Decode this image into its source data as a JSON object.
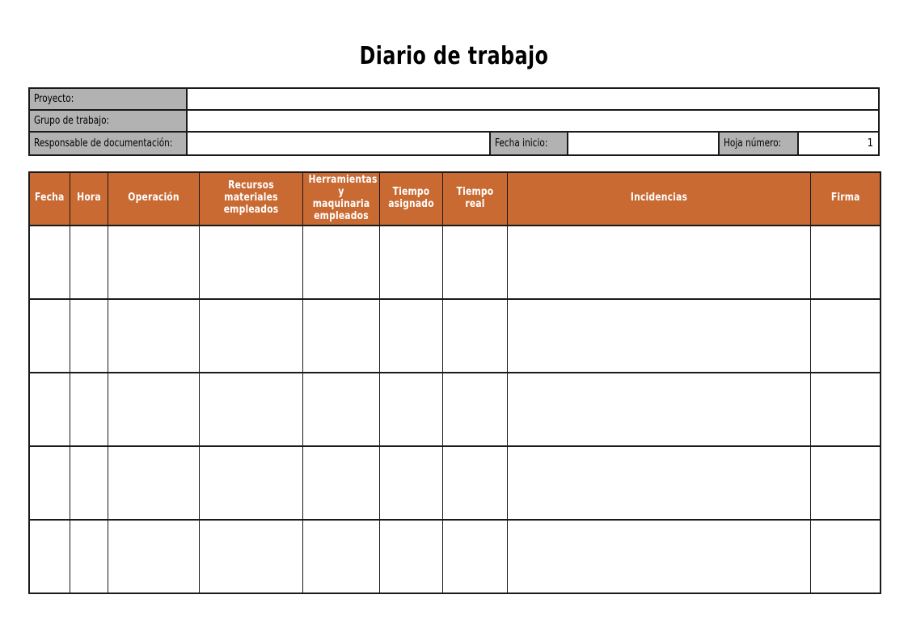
{
  "document": {
    "title": "Diario de trabajo"
  },
  "meta": {
    "fields": [
      {
        "label": "Proyecto:",
        "value": ""
      },
      {
        "label": "Grupo de trabajo:",
        "value": ""
      },
      {
        "label": "Responsable de documentación:",
        "value": ""
      }
    ],
    "start_date": {
      "label": "Fecha inicio:",
      "value": ""
    },
    "sheet_number": {
      "label": "Hoja número:",
      "value": "1"
    }
  },
  "table": {
    "columns": [
      {
        "key": "fecha",
        "label": "Fecha"
      },
      {
        "key": "hora",
        "label": "Hora"
      },
      {
        "key": "operacion",
        "label": "Operación"
      },
      {
        "key": "recursos",
        "label": "Recursos materiales empleados"
      },
      {
        "key": "herramientas",
        "label": "Herramientas y maquinaria empleados"
      },
      {
        "key": "t_asignado",
        "label": "Tiempo asignado"
      },
      {
        "key": "t_real",
        "label": "Tiempo real"
      },
      {
        "key": "incidencias",
        "label": "Incidencias"
      },
      {
        "key": "firma",
        "label": "Firma"
      }
    ],
    "rows": [
      {
        "fecha": "",
        "hora": "",
        "operacion": "",
        "recursos": "",
        "herramientas": "",
        "t_asignado": "",
        "t_real": "",
        "incidencias": "",
        "firma": ""
      },
      {
        "fecha": "",
        "hora": "",
        "operacion": "",
        "recursos": "",
        "herramientas": "",
        "t_asignado": "",
        "t_real": "",
        "incidencias": "",
        "firma": ""
      },
      {
        "fecha": "",
        "hora": "",
        "operacion": "",
        "recursos": "",
        "herramientas": "",
        "t_asignado": "",
        "t_real": "",
        "incidencias": "",
        "firma": ""
      },
      {
        "fecha": "",
        "hora": "",
        "operacion": "",
        "recursos": "",
        "herramientas": "",
        "t_asignado": "",
        "t_real": "",
        "incidencias": "",
        "firma": ""
      },
      {
        "fecha": "",
        "hora": "",
        "operacion": "",
        "recursos": "",
        "herramientas": "",
        "t_asignado": "",
        "t_real": "",
        "incidencias": "",
        "firma": ""
      }
    ]
  },
  "colors": {
    "header_orange": "#c96a33",
    "label_grey": "#b2b2b2",
    "border_black": "#1a1a1a",
    "text_white": "#ffffff"
  }
}
